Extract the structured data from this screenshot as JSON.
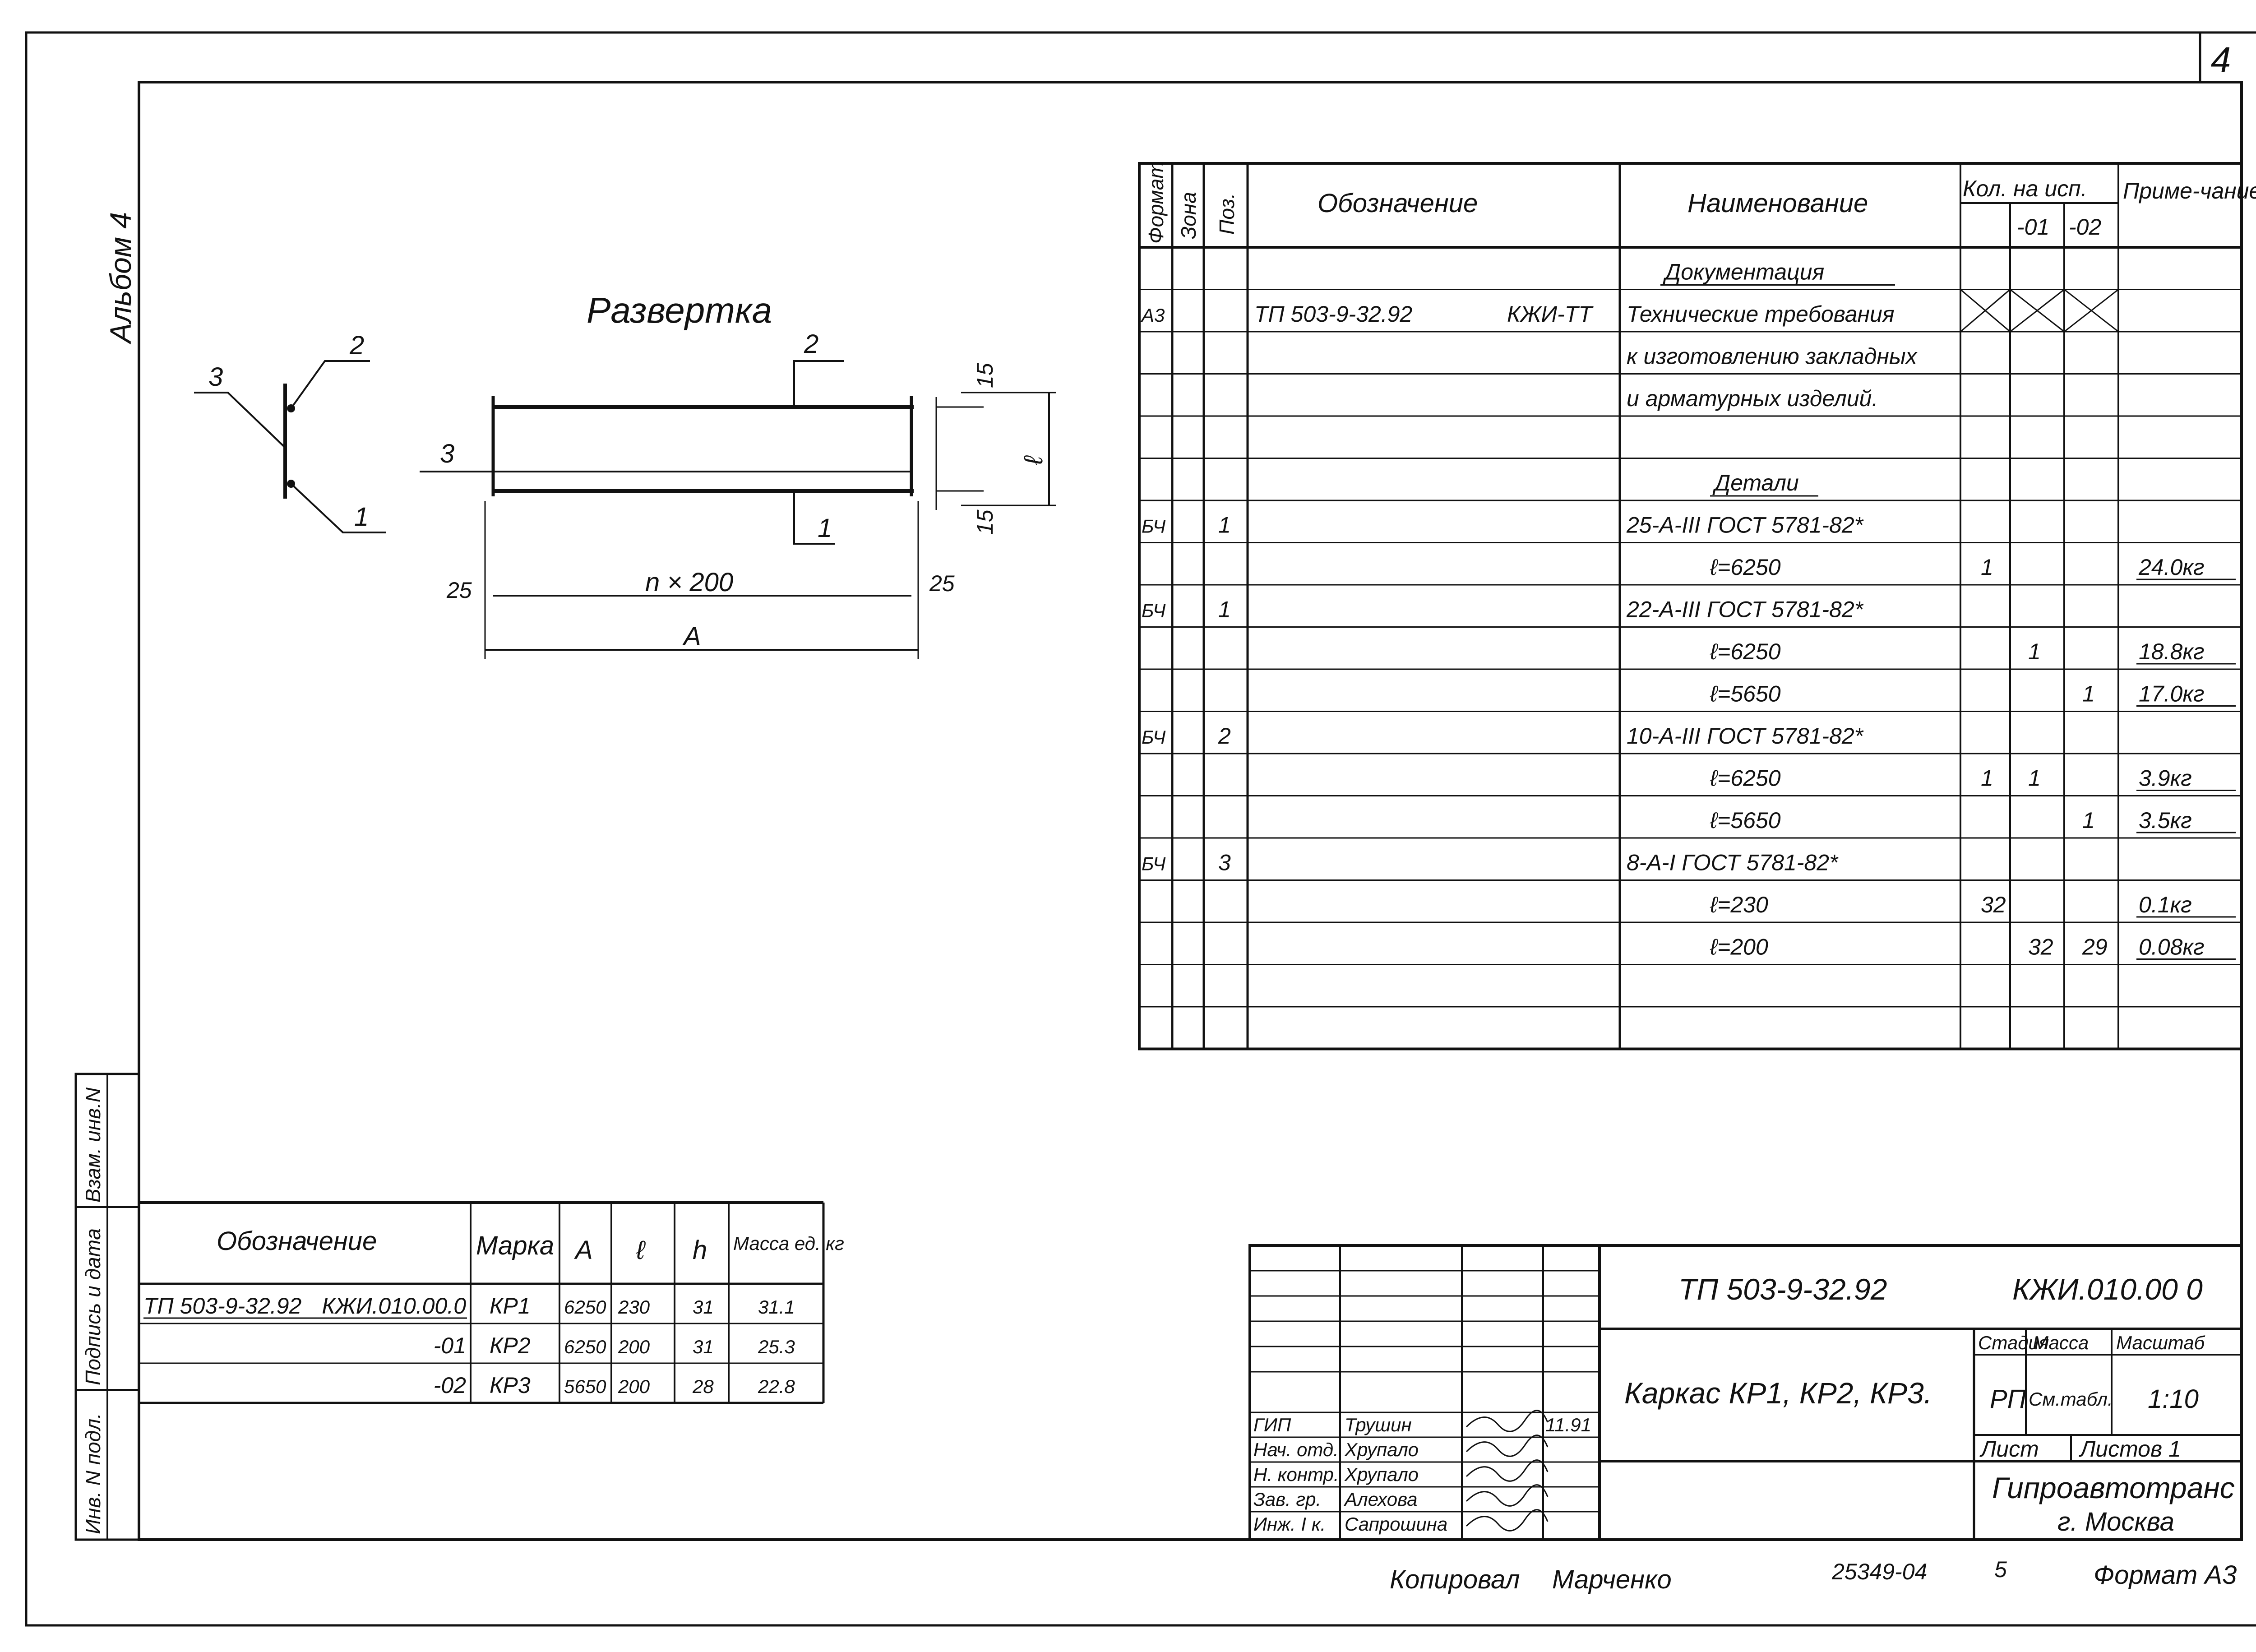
{
  "sheet_number": "4",
  "album": "Альбом 4",
  "drawing": {
    "title": "Развертка",
    "labels": {
      "p1": "1",
      "p2": "2",
      "p3": "3",
      "pos1": "1",
      "pos2": "2",
      "pos3": "3"
    },
    "dims": {
      "top15": "15",
      "bot15": "15",
      "l": "ℓ",
      "left25": "25",
      "right25": "25",
      "n200": "n × 200",
      "A": "A"
    }
  },
  "spec": {
    "headers": {
      "format": "Формат",
      "zone": "Зона",
      "pos": "Поз.",
      "designation": "Обозначение",
      "name": "Наименование",
      "qty": "Кол. на исп.",
      "qty01": "-01",
      "qty02": "-02",
      "note": "Приме-чание"
    },
    "rows": [
      {
        "fmt": "",
        "pos": "",
        "des": "",
        "name": "Документация",
        "q0": "",
        "q1": "",
        "q2": "",
        "note": ""
      },
      {
        "fmt": "А3",
        "pos": "",
        "des": "ТП 503-9-32.92",
        "code": "КЖИ-ТТ",
        "name": "Технические требования",
        "q0": "",
        "q1": "",
        "q2": "",
        "note": ""
      },
      {
        "fmt": "",
        "pos": "",
        "des": "",
        "name": "к изготовлению закладных",
        "q0": "",
        "q1": "",
        "q2": "",
        "note": ""
      },
      {
        "fmt": "",
        "pos": "",
        "des": "",
        "name": "и арматурных изделий.",
        "q0": "",
        "q1": "",
        "q2": "",
        "note": ""
      },
      {
        "fmt": "",
        "pos": "",
        "des": "",
        "name": "",
        "q0": "",
        "q1": "",
        "q2": "",
        "note": ""
      },
      {
        "fmt": "",
        "pos": "",
        "des": "",
        "name": "Детали",
        "q0": "",
        "q1": "",
        "q2": "",
        "note": ""
      },
      {
        "fmt": "БЧ",
        "pos": "1",
        "des": "",
        "name": "25-А-III  ГОСТ 5781-82*",
        "q0": "",
        "q1": "",
        "q2": "",
        "note": ""
      },
      {
        "fmt": "",
        "pos": "",
        "des": "",
        "name": "ℓ=6250",
        "q0": "1",
        "q1": "",
        "q2": "",
        "note": "24.0кг"
      },
      {
        "fmt": "БЧ",
        "pos": "1",
        "des": "",
        "name": "22-А-III  ГОСТ 5781-82*",
        "q0": "",
        "q1": "",
        "q2": "",
        "note": ""
      },
      {
        "fmt": "",
        "pos": "",
        "des": "",
        "name": "ℓ=6250",
        "q0": "",
        "q1": "1",
        "q2": "",
        "note": "18.8кг"
      },
      {
        "fmt": "",
        "pos": "",
        "des": "",
        "name": "ℓ=5650",
        "q0": "",
        "q1": "",
        "q2": "1",
        "note": "17.0кг"
      },
      {
        "fmt": "БЧ",
        "pos": "2",
        "des": "",
        "name": "10-А-III  ГОСТ 5781-82*",
        "q0": "",
        "q1": "",
        "q2": "",
        "note": ""
      },
      {
        "fmt": "",
        "pos": "",
        "des": "",
        "name": "ℓ=6250",
        "q0": "1",
        "q1": "1",
        "q2": "",
        "note": "3.9кг"
      },
      {
        "fmt": "",
        "pos": "",
        "des": "",
        "name": "ℓ=5650",
        "q0": "",
        "q1": "",
        "q2": "1",
        "note": "3.5кг"
      },
      {
        "fmt": "БЧ",
        "pos": "3",
        "des": "",
        "name": "8-А-I  ГОСТ 5781-82*",
        "q0": "",
        "q1": "",
        "q2": "",
        "note": ""
      },
      {
        "fmt": "",
        "pos": "",
        "des": "",
        "name": "ℓ=230",
        "q0": "32",
        "q1": "",
        "q2": "",
        "note": "0.1кг"
      },
      {
        "fmt": "",
        "pos": "",
        "des": "",
        "name": "ℓ=200",
        "q0": "",
        "q1": "32",
        "q2": "29",
        "note": "0.08кг"
      },
      {
        "fmt": "",
        "pos": "",
        "des": "",
        "name": "",
        "q0": "",
        "q1": "",
        "q2": "",
        "note": ""
      },
      {
        "fmt": "",
        "pos": "",
        "des": "",
        "name": "",
        "q0": "",
        "q1": "",
        "q2": "",
        "note": ""
      }
    ]
  },
  "marks": {
    "headers": {
      "designation": "Обозначение",
      "mark": "Марка",
      "A": "A",
      "l": "ℓ",
      "h": "h",
      "mass": "Масса ед. кг"
    },
    "rows": [
      {
        "des": "ТП 503-9-32.92",
        "code": "КЖИ.010.00.0",
        "mark": "КР1",
        "A": "6250",
        "l": "230",
        "h": "31",
        "mass": "31.1"
      },
      {
        "des": "",
        "code": "-01",
        "mark": "КР2",
        "A": "6250",
        "l": "200",
        "h": "31",
        "mass": "25.3"
      },
      {
        "des": "",
        "code": "-02",
        "mark": "КР3",
        "A": "5650",
        "l": "200",
        "h": "28",
        "mass": "22.8"
      }
    ]
  },
  "side_stamp": {
    "inv_podl": "Инв. N подл.",
    "podpis": "Подпись и дата",
    "vzam": "Взам. инв.N"
  },
  "title_block": {
    "project": "ТП 503-9-32.92",
    "code": "КЖИ.010.00 0",
    "name": "Каркас КР1, КР2, КР3.",
    "stage_label": "Стадия",
    "mass_label": "Масса",
    "scale_label": "Масштаб",
    "stage": "РП",
    "mass": "См.табл.",
    "scale": "1:10",
    "sheet_label": "Лист",
    "sheets_label": "Листов 1",
    "org": "Гипроавтотранс",
    "city": "г. Москва",
    "people": [
      {
        "role": "ГИП",
        "name": "Трушин",
        "date": "11.91"
      },
      {
        "role": "Нач. отд.",
        "name": "Хрупало",
        "date": ""
      },
      {
        "role": "Н. контр.",
        "name": "Хрупало",
        "date": ""
      },
      {
        "role": "Зав. гр.",
        "name": "Алехова",
        "date": ""
      },
      {
        "role": "Инж. I к.",
        "name": "Сапрошина",
        "date": ""
      }
    ]
  },
  "footer": {
    "copied_label": "Копировал",
    "copier": "Марченко",
    "inv": "25349-04",
    "page": "5",
    "format": "Формат А3"
  }
}
